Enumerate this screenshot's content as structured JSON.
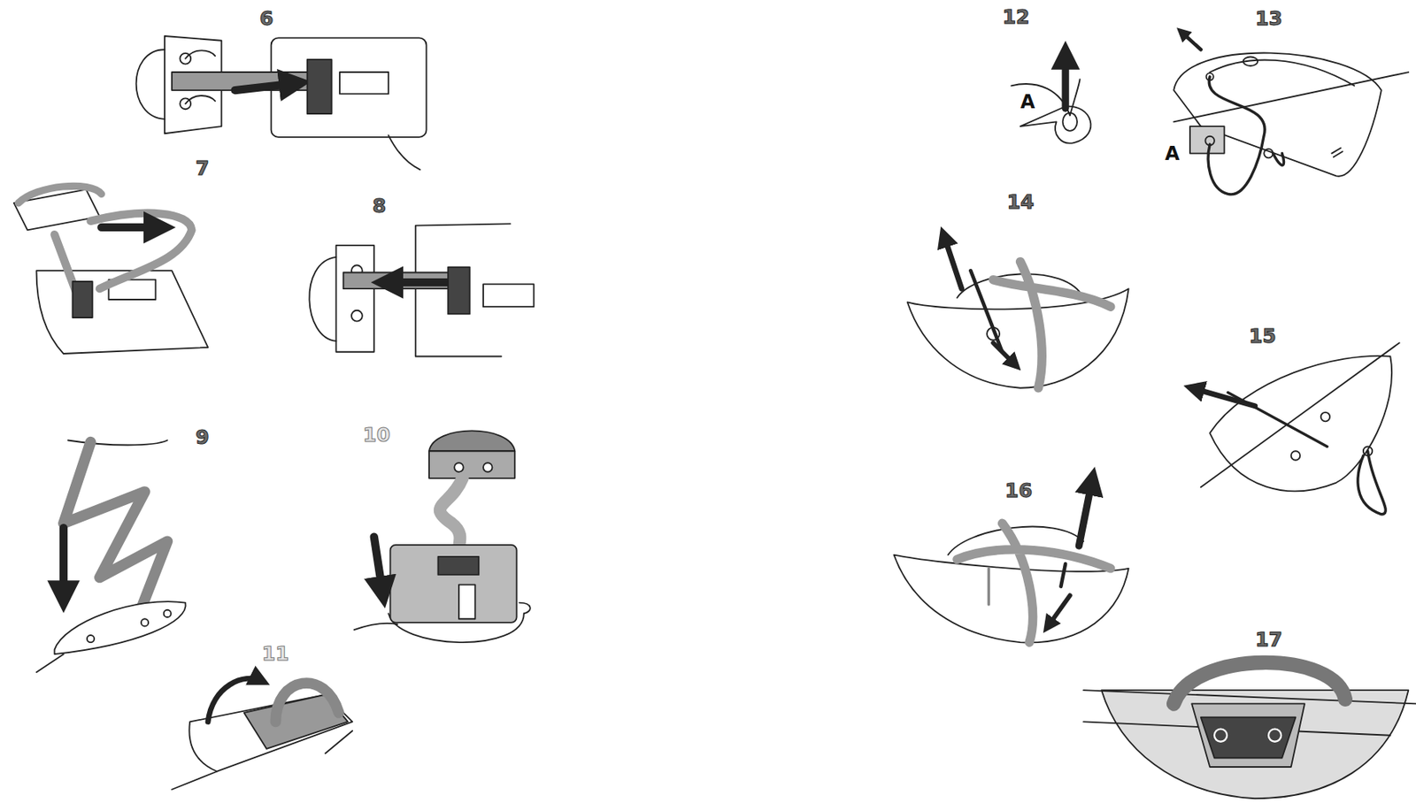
{
  "diagram": {
    "labels": [
      "6",
      "7",
      "8",
      "9",
      "10",
      "11",
      "12",
      "13",
      "14",
      "15",
      "16",
      "17",
      "A",
      "A"
    ]
  }
}
